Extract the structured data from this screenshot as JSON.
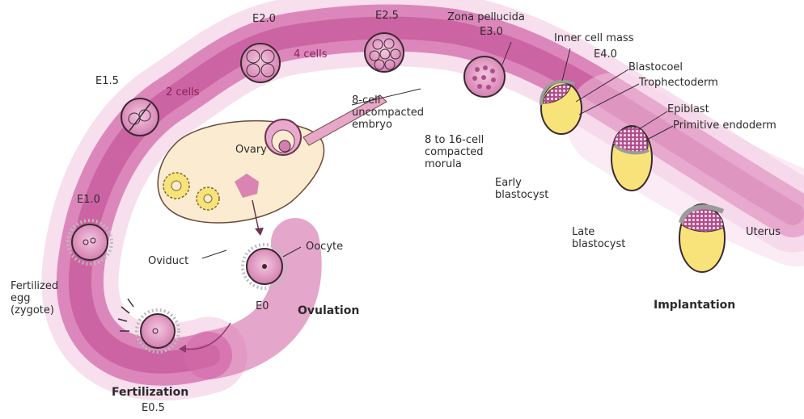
{
  "colors": {
    "tract": "#c9539b",
    "tract_light": "#f6dcec",
    "ovary": "#fbebd0",
    "yolk": "#f7e37a",
    "cell_outline": "#3a2a33",
    "cell_fill": "#d68bb8"
  },
  "labels": {
    "e0": "E0",
    "e05": "E0.5",
    "e10": "E1.0",
    "e15": "E1.5",
    "e20": "E2.0",
    "e25": "E2.5",
    "e30": "E3.0",
    "e40": "E4.0",
    "two_cells": "2 cells",
    "four_cells": "4 cells",
    "fertilized_egg": "Fertilized\negg\n(zygote)",
    "fertilization": "Fertilization",
    "ovulation": "Ovulation",
    "implantation": "Implantation",
    "ovary": "Ovary",
    "oviduct": "Oviduct",
    "oocyte": "Oocyte",
    "eight_cell": "8-cell\nuncompacted\nembryo",
    "morula": "8 to 16-cell\ncompacted\nmorula",
    "zona": "Zona pellucida",
    "inner_cell_mass": "Inner cell mass",
    "blastocoel": "Blastocoel",
    "trophectoderm": "Trophectoderm",
    "epiblast": "Epiblast",
    "primitive_endoderm": "Primitive endoderm",
    "early_blastocyst": "Early\nblastocyst",
    "late_blastocyst": "Late\nblastocyst",
    "uterus": "Uterus"
  }
}
